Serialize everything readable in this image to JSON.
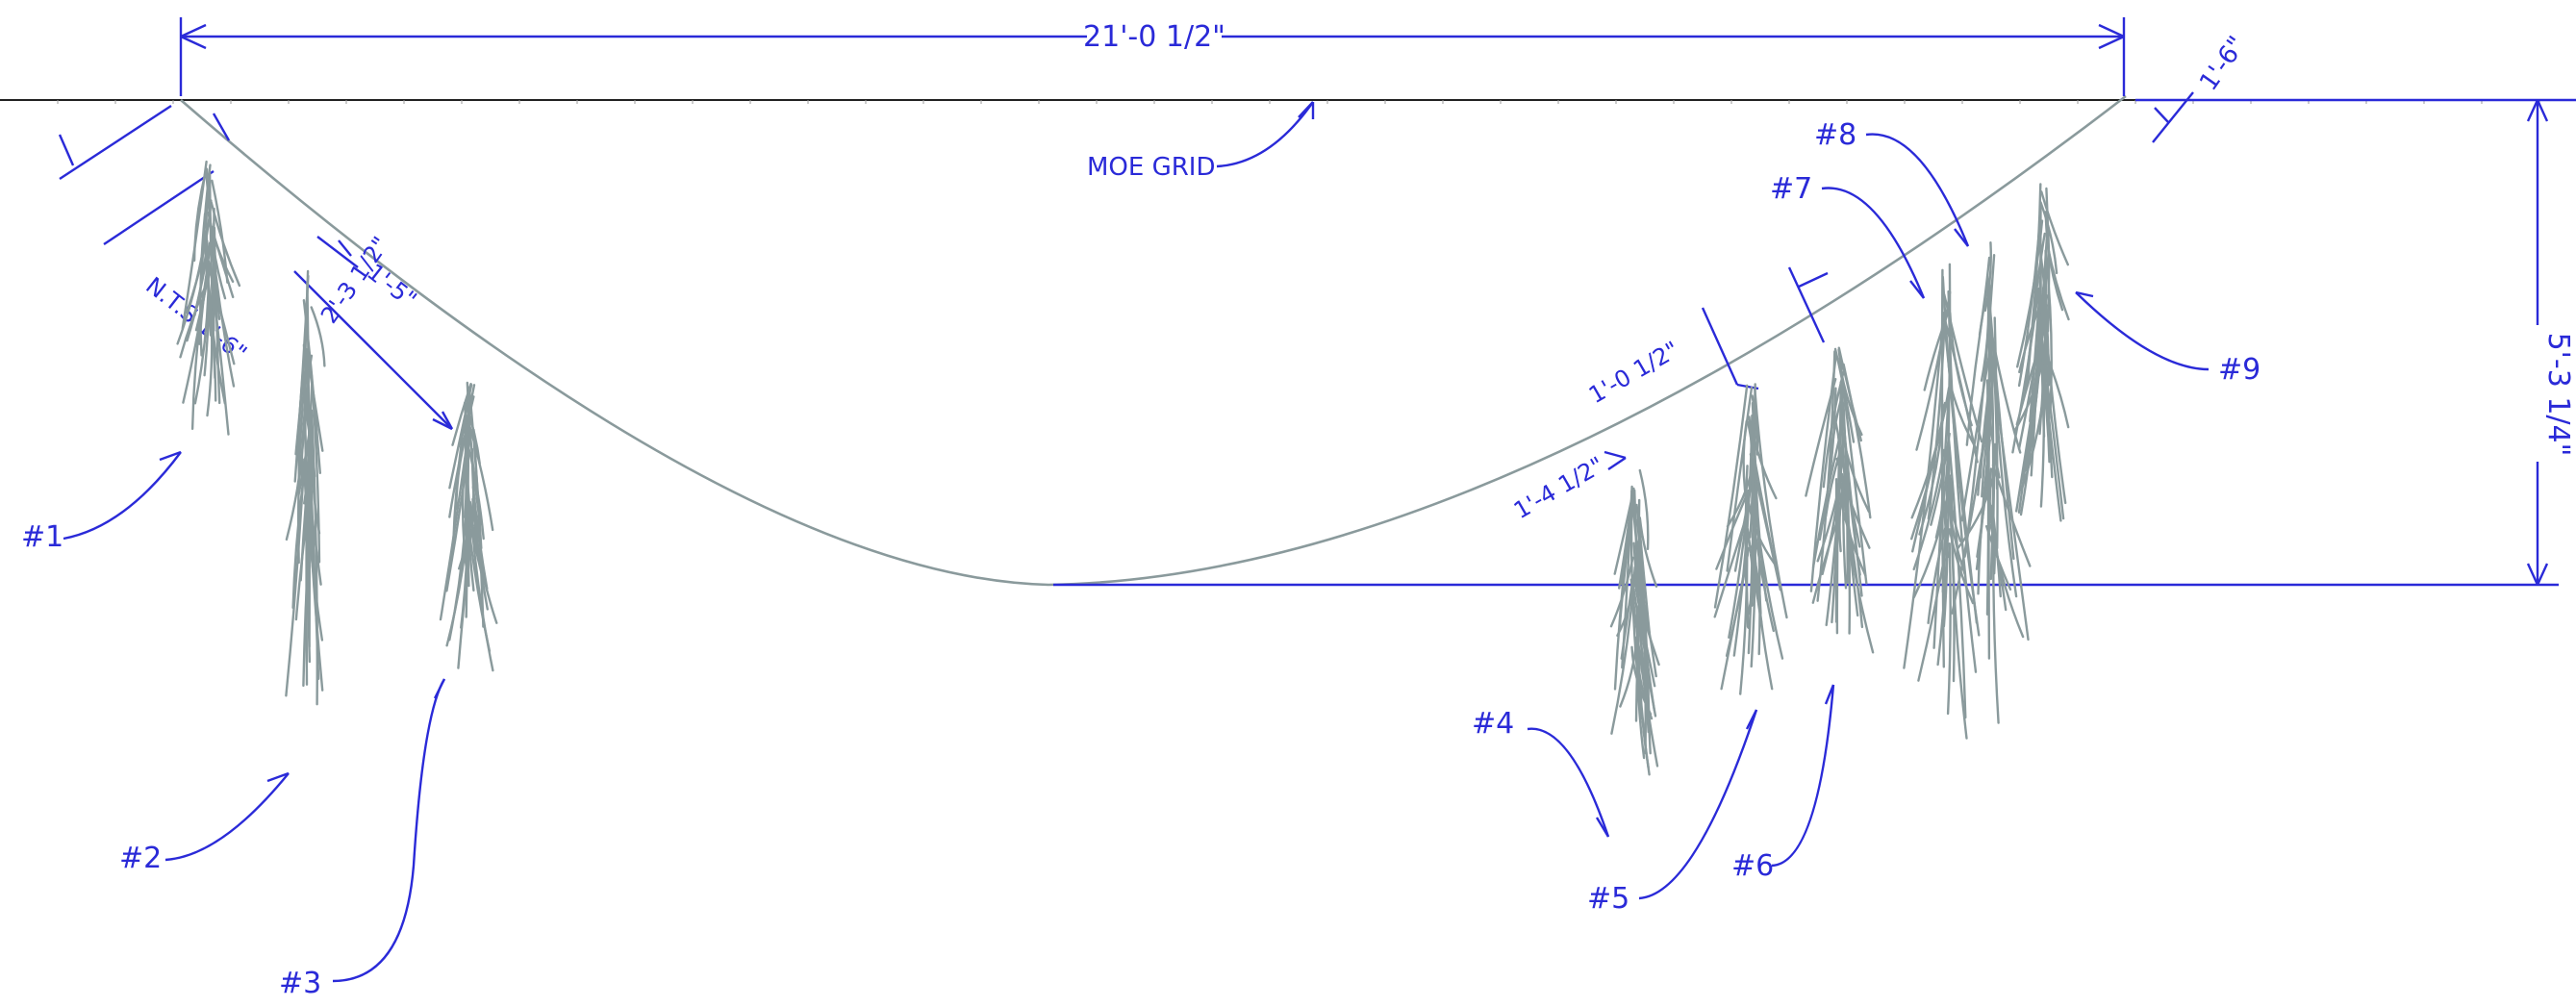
{
  "drawing": {
    "colors": {
      "dimension": "#2a2ad8",
      "cable": "#8a9a9c",
      "grid_line": "#222222"
    },
    "grid_label": "MOE GRID",
    "overall_span": "21'-0 1/2\"",
    "right_offset": "1'-6\"",
    "sag_depth": "5'-3 1/4\"",
    "left_offset": "N.T.S 1'-6\"",
    "dims": {
      "d_1_5": "1'-5\"",
      "d_2_3": "2'-3 1/2\"",
      "d_1_4": "1'-4 1/2\"",
      "d_1_0": "1'-0 1/2\""
    },
    "tags": [
      "#1",
      "#2",
      "#3",
      "#4",
      "#5",
      "#6",
      "#7",
      "#8",
      "#9"
    ]
  }
}
